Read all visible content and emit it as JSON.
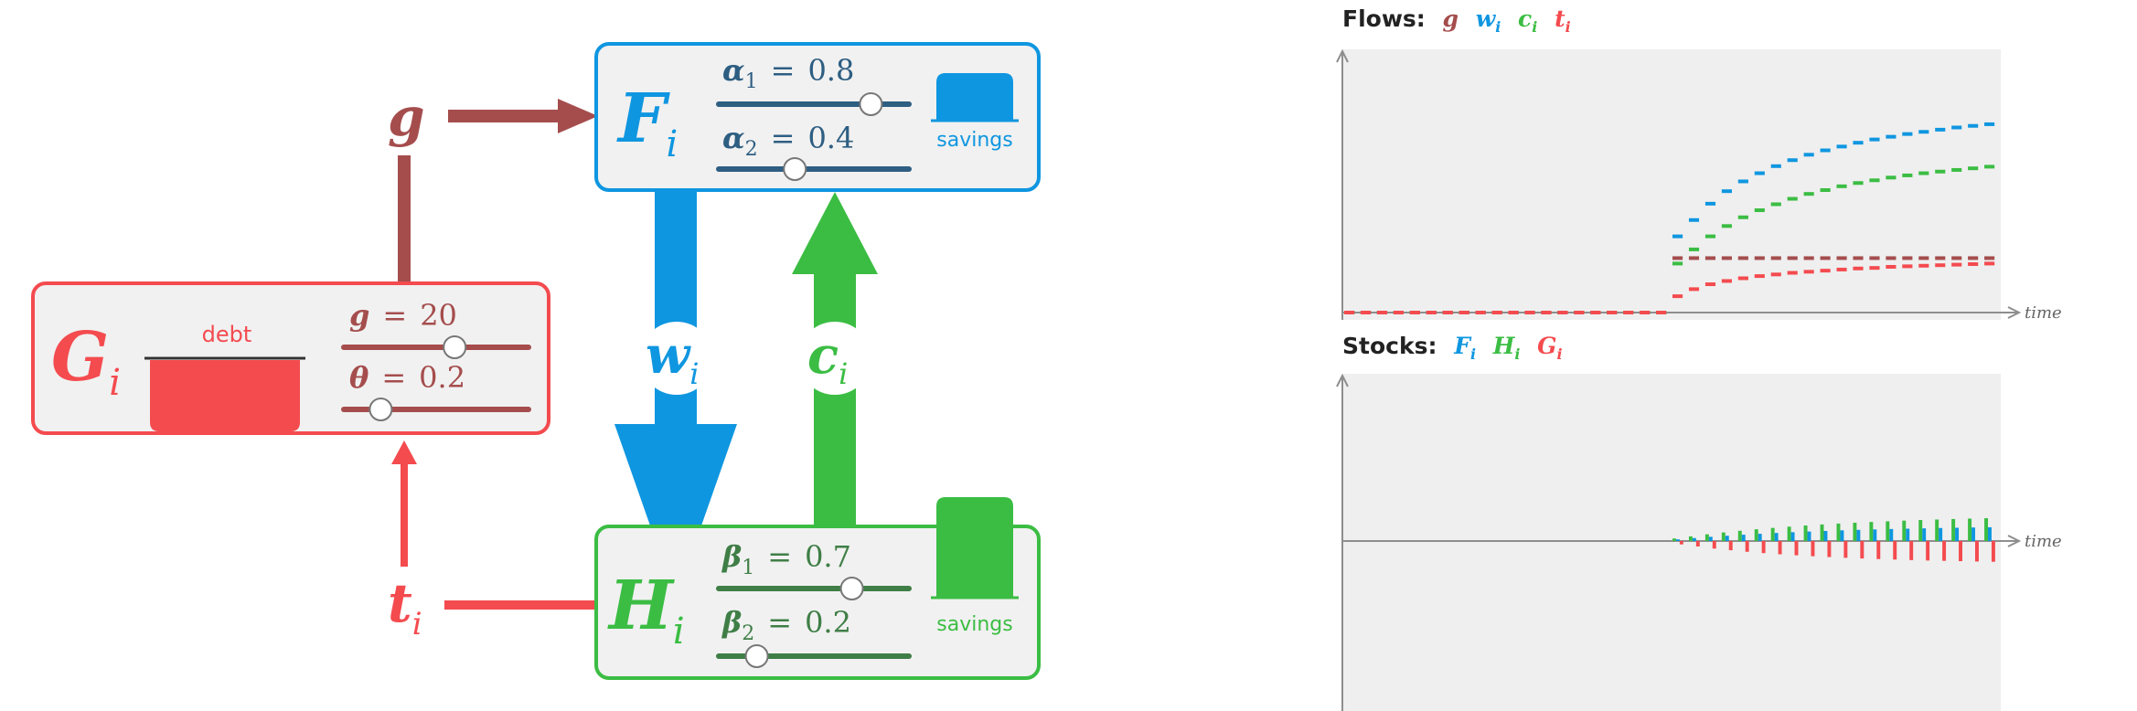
{
  "colors": {
    "g": "#a54d4d",
    "government": "#f44b4f",
    "firms": "#0f96e0",
    "households": "#3bbd43",
    "plot_bg": "#efefef",
    "axis": "#8e8e8e",
    "slider_dark_blue": "#2e5e82",
    "slider_dark_green": "#3f7e46",
    "slider_dark_red": "#a54d4d"
  },
  "diagram": {
    "g_symbol": "g",
    "t_symbol": "t",
    "t_sub": "i",
    "w_symbol": "w",
    "w_sub": "i",
    "c_symbol": "c",
    "c_sub": "i",
    "firms": {
      "symbol": "F",
      "sub": "i",
      "savings_label": "savings",
      "sliders": [
        {
          "param": "α",
          "index": "1",
          "eq": "=",
          "value": "0.8",
          "level": 0.8
        },
        {
          "param": "α",
          "index": "2",
          "eq": "=",
          "value": "0.4",
          "level": 0.4
        }
      ]
    },
    "households": {
      "symbol": "H",
      "sub": "i",
      "savings_label": "savings",
      "sliders": [
        {
          "param": "β",
          "index": "1",
          "eq": "=",
          "value": "0.7",
          "level": 0.7
        },
        {
          "param": "β",
          "index": "2",
          "eq": "=",
          "value": "0.2",
          "level": 0.2
        }
      ]
    },
    "government": {
      "symbol": "G",
      "sub": "i",
      "debt_label": "debt",
      "sliders": [
        {
          "param": "g",
          "eq": "=",
          "value": "20",
          "level": 0.6
        },
        {
          "param": "θ",
          "eq": "=",
          "value": "0.2",
          "level": 0.2
        }
      ]
    }
  },
  "flows_title": {
    "label": "Flows:",
    "symbols": [
      {
        "sym": "g",
        "sub": "",
        "color": "#a54d4d"
      },
      {
        "sym": "w",
        "sub": "i",
        "color": "#0f96e0"
      },
      {
        "sym": "c",
        "sub": "i",
        "color": "#3bbd43"
      },
      {
        "sym": "t",
        "sub": "i",
        "color": "#f44b4f"
      }
    ]
  },
  "stocks_title": {
    "label": "Stocks:",
    "symbols": [
      {
        "sym": "F",
        "sub": "i",
        "color": "#0f96e0"
      },
      {
        "sym": "H",
        "sub": "i",
        "color": "#3bbd43"
      },
      {
        "sym": "G",
        "sub": "i",
        "color": "#f44b4f"
      }
    ]
  },
  "chart_data": [
    {
      "type": "line",
      "title": "Flows:",
      "xlabel": "time",
      "ylabel": "",
      "x": [
        0,
        3,
        6,
        9,
        12,
        15,
        18,
        21,
        24,
        27,
        30,
        33,
        36,
        39,
        42,
        45,
        48,
        51,
        54,
        57,
        60,
        63,
        66,
        69,
        72,
        75,
        78,
        81,
        84,
        87,
        90,
        93,
        96,
        99,
        102,
        105,
        108,
        111,
        114,
        117
      ],
      "xlim": [
        0,
        120
      ],
      "ylim": [
        0,
        45
      ],
      "grid": false,
      "series": [
        {
          "name": "g",
          "color": "#a54d4d",
          "values": [
            0,
            0,
            0,
            0,
            0,
            0,
            0,
            0,
            0,
            0,
            0,
            0,
            0,
            0,
            0,
            0,
            0,
            0,
            0,
            0,
            10,
            10,
            10,
            10,
            10,
            10,
            10,
            10,
            10,
            10,
            10,
            10,
            10,
            10,
            10,
            10,
            10,
            10,
            10,
            10
          ]
        },
        {
          "name": "w",
          "color": "#0f96e0",
          "values": [
            0,
            0,
            0,
            0,
            0,
            0,
            0,
            0,
            0,
            0,
            0,
            0,
            0,
            0,
            0,
            0,
            0,
            0,
            0,
            0,
            14,
            17,
            20,
            22.3,
            24.1,
            25.6,
            26.9,
            28.0,
            29.0,
            29.8,
            30.5,
            31.2,
            31.8,
            32.3,
            32.8,
            33.2,
            33.6,
            34.0,
            34.3,
            34.6
          ]
        },
        {
          "name": "c",
          "color": "#3bbd43",
          "values": [
            0,
            0,
            0,
            0,
            0,
            0,
            0,
            0,
            0,
            0,
            0,
            0,
            0,
            0,
            0,
            0,
            0,
            0,
            0,
            0,
            9,
            11.6,
            14,
            15.9,
            17.5,
            18.8,
            19.9,
            20.9,
            21.8,
            22.5,
            23.2,
            23.8,
            24.3,
            24.8,
            25.2,
            25.6,
            25.9,
            26.2,
            26.5,
            26.8
          ]
        },
        {
          "name": "t",
          "color": "#f44b4f",
          "values": [
            0,
            0,
            0,
            0,
            0,
            0,
            0,
            0,
            0,
            0,
            0,
            0,
            0,
            0,
            0,
            0,
            0,
            0,
            0,
            0,
            3,
            4.3,
            5.2,
            5.8,
            6.3,
            6.7,
            7.0,
            7.3,
            7.5,
            7.7,
            7.9,
            8.1,
            8.2,
            8.4,
            8.5,
            8.6,
            8.7,
            8.8,
            8.9,
            9.0
          ]
        }
      ]
    },
    {
      "type": "bar",
      "title": "Stocks:",
      "xlabel": "time",
      "ylabel": "",
      "x": [
        0,
        3,
        6,
        9,
        12,
        15,
        18,
        21,
        24,
        27,
        30,
        33,
        36,
        39,
        42,
        45,
        48,
        51,
        54,
        57,
        60,
        63,
        66,
        69,
        72,
        75,
        78,
        81,
        84,
        87,
        90,
        93,
        96,
        99,
        102,
        105,
        108,
        111,
        114,
        117
      ],
      "xlim": [
        0,
        120
      ],
      "ylim": [
        -30,
        110
      ],
      "grid": false,
      "series": [
        {
          "name": "F",
          "color": "#0f96e0",
          "values": [
            0,
            0,
            0,
            0,
            0,
            0,
            0,
            0,
            0,
            0,
            0,
            0,
            0,
            0,
            0,
            0,
            0,
            0,
            0,
            0,
            2,
            3.5,
            5,
            6.3,
            7.5,
            8.6,
            9.6,
            10.5,
            11.3,
            12,
            12.7,
            13.3,
            13.8,
            14.3,
            14.7,
            15.1,
            15.5,
            15.8,
            16.1,
            16.4
          ]
        },
        {
          "name": "H",
          "color": "#3bbd43",
          "values": [
            0,
            0,
            0,
            0,
            0,
            0,
            0,
            0,
            0,
            0,
            0,
            0,
            0,
            0,
            0,
            0,
            0,
            0,
            0,
            0,
            3,
            5.5,
            8,
            10.2,
            12.2,
            14,
            15.6,
            17.1,
            18.5,
            19.7,
            20.8,
            21.8,
            22.7,
            23.5,
            24.3,
            25,
            25.6,
            26.2,
            26.7,
            27.2
          ]
        },
        {
          "name": "G",
          "color": "#f44b4f",
          "values": [
            0,
            0,
            0,
            0,
            0,
            0,
            0,
            0,
            0,
            0,
            0,
            0,
            0,
            0,
            0,
            0,
            0,
            0,
            0,
            0,
            -4,
            -6.5,
            -9,
            -11,
            -12.8,
            -14.4,
            -15.8,
            -17,
            -18.1,
            -19.1,
            -20,
            -20.8,
            -21.5,
            -22.1,
            -22.7,
            -23.2,
            -23.6,
            -24,
            -24.4,
            -24.7
          ]
        }
      ]
    }
  ]
}
